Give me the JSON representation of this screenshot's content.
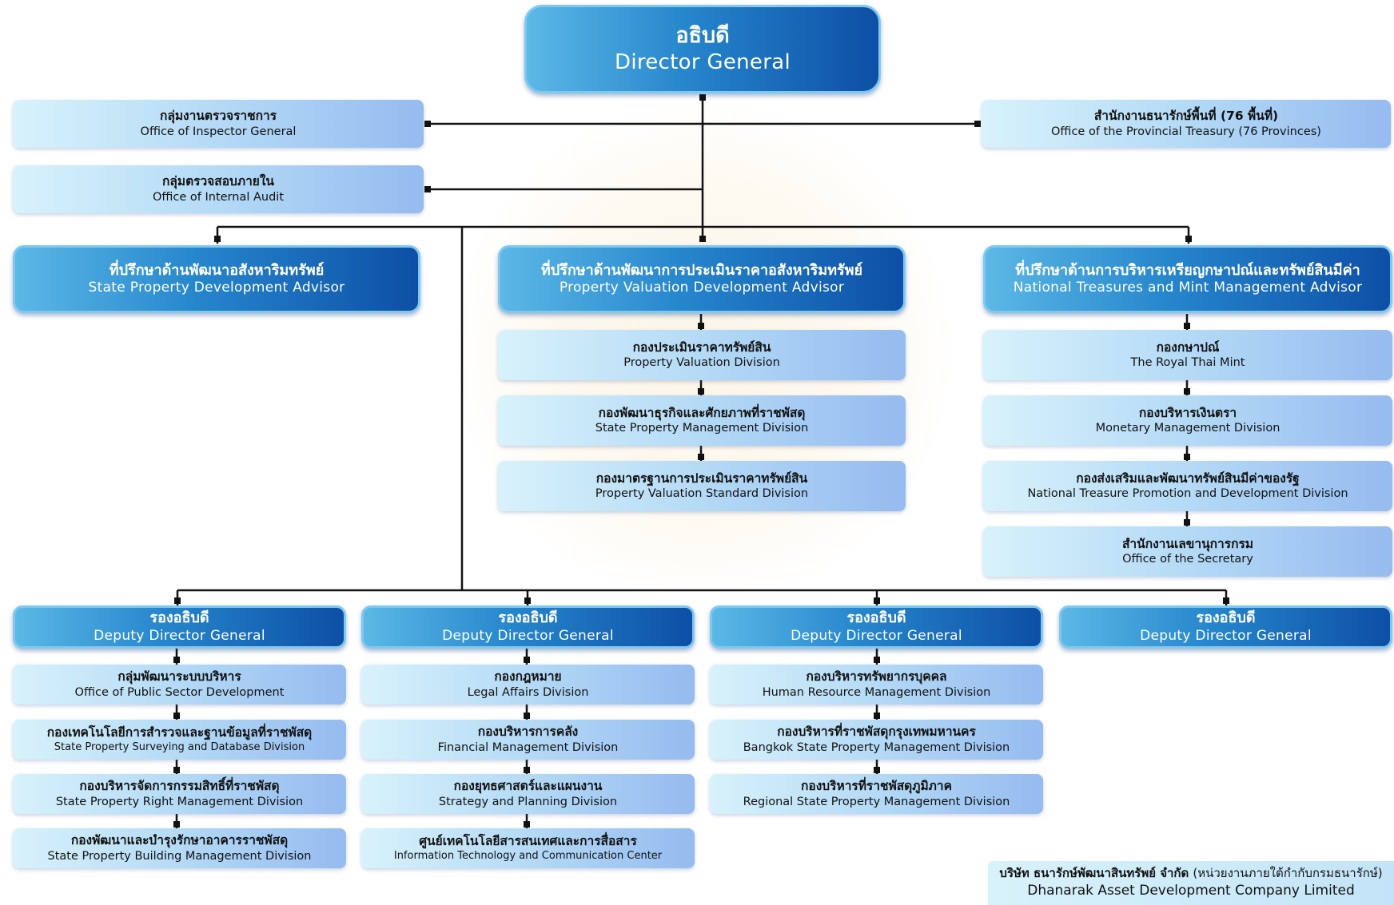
{
  "director_general": {
    "th": "อธิบดี",
    "en": "Director General"
  },
  "staff_left": [
    {
      "th": "กลุ่มงานตรวจราชการ",
      "en": "Office of Inspector General"
    },
    {
      "th": "กลุ่มตรวจสอบภายใน",
      "en": "Office of Internal Audit"
    }
  ],
  "staff_right": {
    "th": "สำนักงานธนารักษ์พื้นที่ (76 พื้นที่)",
    "en": "Office of the Provincial Treasury (76 Provinces)"
  },
  "advisors": [
    {
      "th": "ที่ปรึกษาด้านพัฒนาอสังหาริมทรัพย์",
      "en": "State Property Development Advisor"
    },
    {
      "th": "ที่ปรึกษาด้านพัฒนาการประเมินราคาอสังหาริมทรัพย์",
      "en": "Property Valuation Development Advisor"
    },
    {
      "th": "ที่ปรึกษาด้านการบริหารเหรียญกษาปณ์และทรัพย์สินมีค่า",
      "en": "National Treasures and Mint Management Advisor"
    }
  ],
  "valuation_units": [
    {
      "th": "กองประเมินราคาทรัพย์สิน",
      "en": "Property Valuation Division"
    },
    {
      "th": "กองพัฒนาธุรกิจและศักยภาพที่ราชพัสดุ",
      "en": "State Property Management Division"
    },
    {
      "th": "กองมาตรฐานการประเมินราคาทรัพย์สิน",
      "en": "Property Valuation Standard Division"
    }
  ],
  "treasure_units": [
    {
      "th": "กองกษาปณ์",
      "en": "The Royal Thai Mint"
    },
    {
      "th": "กองบริหารเงินตรา",
      "en": "Monetary Management Division"
    },
    {
      "th": "กองส่งเสริมและพัฒนาทรัพย์สินมีค่าของรัฐ",
      "en": "National Treasure Promotion and Development Division"
    },
    {
      "th": "สำนักงานเลขานุการกรม",
      "en": "Office of the Secretary"
    }
  ],
  "deputies": [
    {
      "th": "รองอธิบดี",
      "en": "Deputy Director General",
      "units": [
        {
          "th": "กลุ่มพัฒนาระบบบริหาร",
          "en": "Office of Public Sector Development"
        },
        {
          "th": "กองเทคโนโลยีการสำรวจและฐานข้อมูลที่ราชพัสดุ",
          "en": "State Property Surveying and Database Division"
        },
        {
          "th": "กองบริหารจัดการกรรมสิทธิ์ที่ราชพัสดุ",
          "en": "State Property Right Management Division"
        },
        {
          "th": "กองพัฒนาและบำรุงรักษาอาคารราชพัสดุ",
          "en": "State Property Building Management Division"
        }
      ]
    },
    {
      "th": "รองอธิบดี",
      "en": "Deputy Director General",
      "units": [
        {
          "th": "กองกฎหมาย",
          "en": "Legal Affairs Division"
        },
        {
          "th": "กองบริหารการคลัง",
          "en": "Financial Management Division"
        },
        {
          "th": "กองยุทธศาสตร์และแผนงาน",
          "en": "Strategy and Planning Division"
        },
        {
          "th": "ศูนย์เทคโนโลยีสารสนเทศและการสื่อสาร",
          "en": "Information Technology and Communication Center"
        }
      ]
    },
    {
      "th": "รองอธิบดี",
      "en": "Deputy Director General",
      "units": [
        {
          "th": "กองบริหารทรัพยากรบุคคล",
          "en": "Human Resource Management Division"
        },
        {
          "th": "กองบริหารที่ราชพัสดุกรุงเทพมหานคร",
          "en": "Bangkok State Property Management Division"
        },
        {
          "th": "กองบริหารที่ราชพัสดุภูมิภาค",
          "en": "Regional State Property Management Division"
        }
      ]
    },
    {
      "th": "รองอธิบดี",
      "en": "Deputy Director General",
      "units": []
    }
  ],
  "company": {
    "th": "บริษัท ธนารักษ์พัฒนาสินทรัพย์ จำกัด",
    "note": "(หน่วยงานภายใต้กำกับกรมธนารักษ์)",
    "en": "Dhanarak Asset Development Company Limited"
  }
}
